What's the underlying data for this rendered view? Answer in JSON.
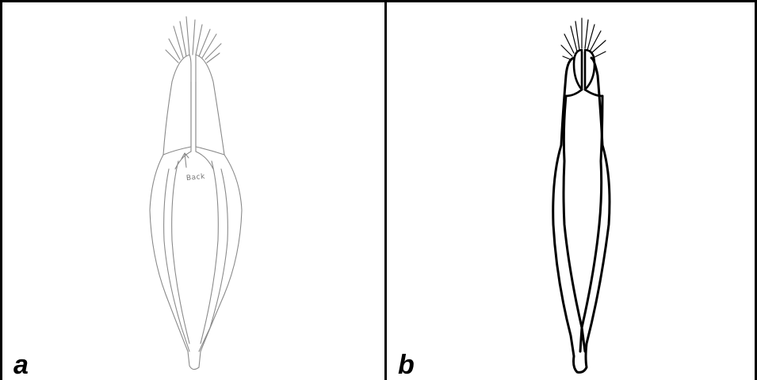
{
  "panels": [
    {
      "label": "a",
      "style": "pencil sketch",
      "annotation": "Back"
    },
    {
      "label": "b",
      "style": "ink tracing"
    }
  ]
}
